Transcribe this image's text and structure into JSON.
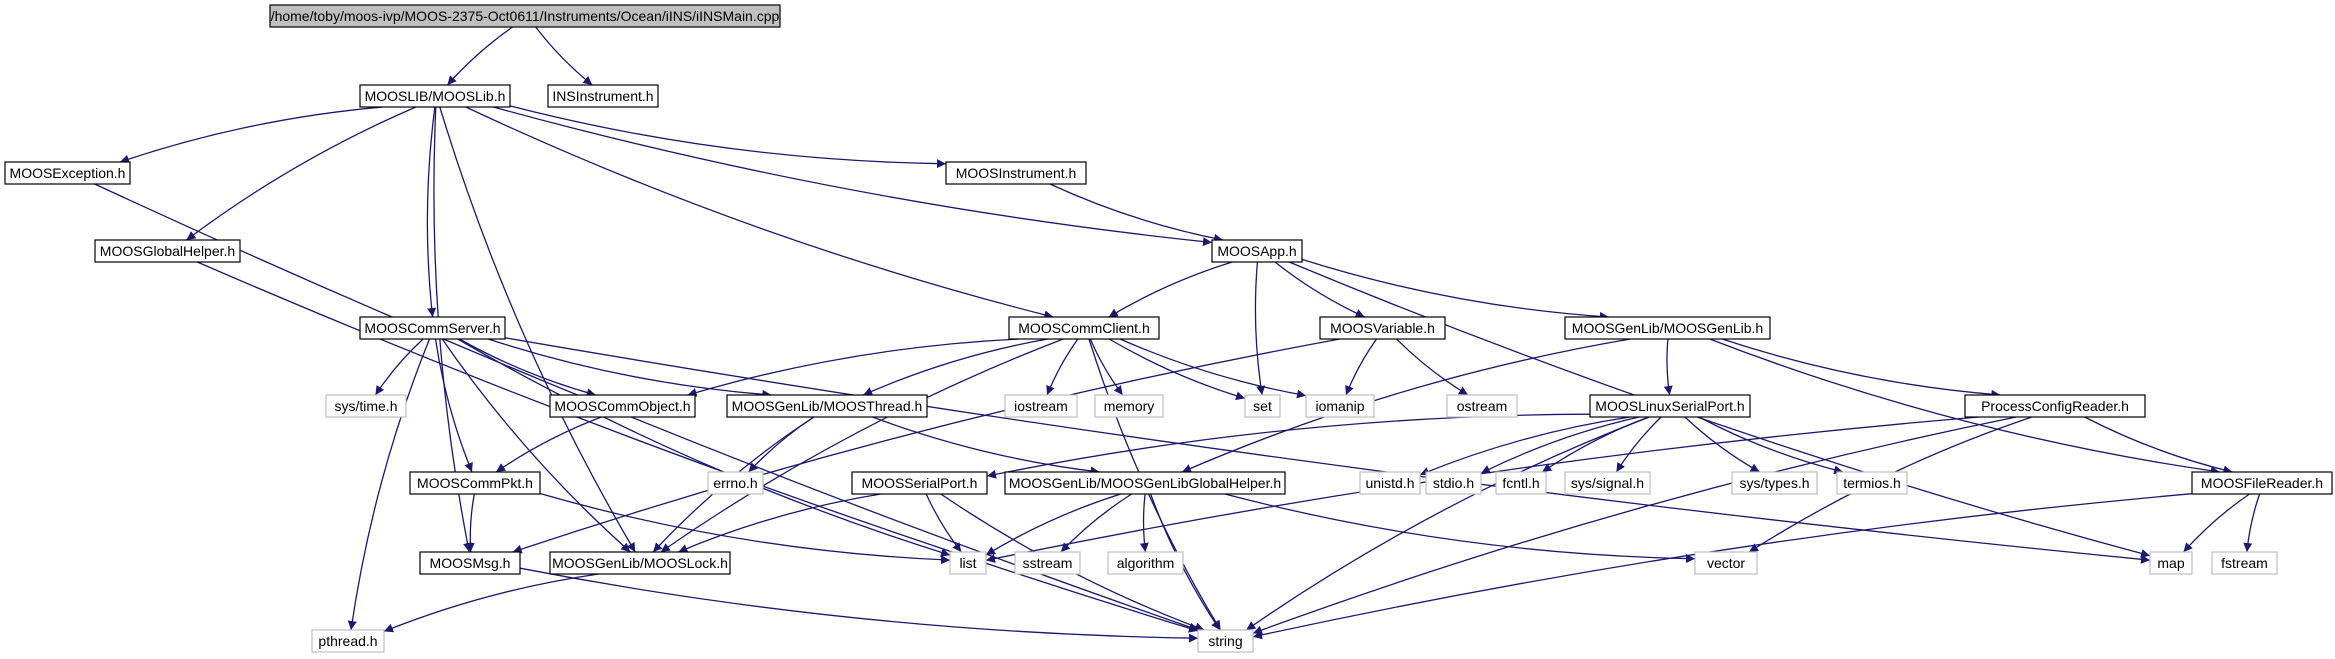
{
  "colors": {
    "edge": "#191970",
    "root_fill": "#bfbfbf",
    "system_border": "#bfbfbf",
    "node_border": "#000000"
  },
  "nodes": {
    "root": {
      "label": "/home/toby/moos-ivp/MOOS-2375-Oct0611/Instruments/Ocean/iINS/iINSMain.cpp",
      "kind": "root"
    },
    "mooslib": {
      "label": "MOOSLIB/MOOSLib.h",
      "kind": "header"
    },
    "insinst": {
      "label": "INSInstrument.h",
      "kind": "header"
    },
    "moosexc": {
      "label": "MOOSException.h",
      "kind": "header"
    },
    "moosinst": {
      "label": "MOOSInstrument.h",
      "kind": "header"
    },
    "moosglob": {
      "label": "MOOSGlobalHelper.h",
      "kind": "header"
    },
    "moosapp": {
      "label": "MOOSApp.h",
      "kind": "header"
    },
    "commserver": {
      "label": "MOOSCommServer.h",
      "kind": "header"
    },
    "commclient": {
      "label": "MOOSCommClient.h",
      "kind": "header"
    },
    "variable": {
      "label": "MOOSVariable.h",
      "kind": "header"
    },
    "genlib": {
      "label": "MOOSGenLib/MOOSGenLib.h",
      "kind": "header"
    },
    "systime": {
      "label": "sys/time.h",
      "kind": "system"
    },
    "commobject": {
      "label": "MOOSCommObject.h",
      "kind": "header"
    },
    "thread": {
      "label": "MOOSGenLib/MOOSThread.h",
      "kind": "header"
    },
    "iostream": {
      "label": "iostream",
      "kind": "system"
    },
    "memory": {
      "label": "memory",
      "kind": "system"
    },
    "set": {
      "label": "set",
      "kind": "system"
    },
    "iomanip": {
      "label": "iomanip",
      "kind": "system"
    },
    "ostream": {
      "label": "ostream",
      "kind": "system"
    },
    "linuxserial": {
      "label": "MOOSLinuxSerialPort.h",
      "kind": "header"
    },
    "pcr": {
      "label": "ProcessConfigReader.h",
      "kind": "header"
    },
    "commpkt": {
      "label": "MOOSCommPkt.h",
      "kind": "header"
    },
    "errno": {
      "label": "errno.h",
      "kind": "system"
    },
    "serialport": {
      "label": "MOOSSerialPort.h",
      "kind": "header"
    },
    "globalhelper": {
      "label": "MOOSGenLib/MOOSGenLibGlobalHelper.h",
      "kind": "header"
    },
    "unistd": {
      "label": "unistd.h",
      "kind": "system"
    },
    "stdio": {
      "label": "stdio.h",
      "kind": "system"
    },
    "fcntl": {
      "label": "fcntl.h",
      "kind": "system"
    },
    "syssignal": {
      "label": "sys/signal.h",
      "kind": "system"
    },
    "systypes": {
      "label": "sys/types.h",
      "kind": "system"
    },
    "termios": {
      "label": "termios.h",
      "kind": "system"
    },
    "filereader": {
      "label": "MOOSFileReader.h",
      "kind": "header"
    },
    "moosmsg": {
      "label": "MOOSMsg.h",
      "kind": "header"
    },
    "mooslock": {
      "label": "MOOSGenLib/MOOSLock.h",
      "kind": "header"
    },
    "list": {
      "label": "list",
      "kind": "system"
    },
    "sstream": {
      "label": "sstream",
      "kind": "system"
    },
    "algorithm": {
      "label": "algorithm",
      "kind": "system"
    },
    "vector": {
      "label": "vector",
      "kind": "system"
    },
    "map": {
      "label": "map",
      "kind": "system"
    },
    "fstream": {
      "label": "fstream",
      "kind": "system"
    },
    "pthread": {
      "label": "pthread.h",
      "kind": "system"
    },
    "string": {
      "label": "string",
      "kind": "system"
    }
  },
  "edges": [
    [
      "root",
      "mooslib"
    ],
    [
      "root",
      "insinst"
    ],
    [
      "mooslib",
      "moosexc"
    ],
    [
      "mooslib",
      "moosglob"
    ],
    [
      "mooslib",
      "moosinst"
    ],
    [
      "mooslib",
      "moosapp"
    ],
    [
      "mooslib",
      "commserver"
    ],
    [
      "mooslib",
      "commclient"
    ],
    [
      "mooslib",
      "moosmsg"
    ],
    [
      "mooslib",
      "mooslock"
    ],
    [
      "moosinst",
      "moosapp"
    ],
    [
      "moosexc",
      "string"
    ],
    [
      "moosglob",
      "string"
    ],
    [
      "moosapp",
      "commclient"
    ],
    [
      "moosapp",
      "variable"
    ],
    [
      "moosapp",
      "genlib"
    ],
    [
      "moosapp",
      "set"
    ],
    [
      "moosapp",
      "map"
    ],
    [
      "commserver",
      "systime"
    ],
    [
      "commserver",
      "commobject"
    ],
    [
      "commserver",
      "thread"
    ],
    [
      "commserver",
      "commpkt"
    ],
    [
      "commserver",
      "pthread"
    ],
    [
      "commserver",
      "list"
    ],
    [
      "commserver",
      "map"
    ],
    [
      "commserver",
      "mooslock"
    ],
    [
      "commclient",
      "commobject"
    ],
    [
      "commclient",
      "thread"
    ],
    [
      "commclient",
      "iostream"
    ],
    [
      "commclient",
      "memory"
    ],
    [
      "commclient",
      "set"
    ],
    [
      "commclient",
      "iomanip"
    ],
    [
      "commclient",
      "string"
    ],
    [
      "commclient",
      "mooslock"
    ],
    [
      "variable",
      "iomanip"
    ],
    [
      "variable",
      "ostream"
    ],
    [
      "variable",
      "moosmsg"
    ],
    [
      "genlib",
      "linuxserial"
    ],
    [
      "genlib",
      "pcr"
    ],
    [
      "genlib",
      "filereader"
    ],
    [
      "genlib",
      "globalhelper"
    ],
    [
      "commobject",
      "commpkt"
    ],
    [
      "thread",
      "errno"
    ],
    [
      "thread",
      "mooslock"
    ],
    [
      "thread",
      "globalhelper"
    ],
    [
      "commpkt",
      "moosmsg"
    ],
    [
      "commpkt",
      "list"
    ],
    [
      "linuxserial",
      "serialport"
    ],
    [
      "linuxserial",
      "unistd"
    ],
    [
      "linuxserial",
      "stdio"
    ],
    [
      "linuxserial",
      "fcntl"
    ],
    [
      "linuxserial",
      "syssignal"
    ],
    [
      "linuxserial",
      "systypes"
    ],
    [
      "linuxserial",
      "termios"
    ],
    [
      "linuxserial",
      "string"
    ],
    [
      "pcr",
      "filereader"
    ],
    [
      "pcr",
      "list"
    ],
    [
      "pcr",
      "vector"
    ],
    [
      "pcr",
      "string"
    ],
    [
      "serialport",
      "mooslock"
    ],
    [
      "serialport",
      "list"
    ],
    [
      "serialport",
      "string"
    ],
    [
      "globalhelper",
      "list"
    ],
    [
      "globalhelper",
      "sstream"
    ],
    [
      "globalhelper",
      "algorithm"
    ],
    [
      "globalhelper",
      "string"
    ],
    [
      "globalhelper",
      "vector"
    ],
    [
      "filereader",
      "map"
    ],
    [
      "filereader",
      "fstream"
    ],
    [
      "filereader",
      "string"
    ],
    [
      "moosmsg",
      "string"
    ],
    [
      "mooslock",
      "pthread"
    ]
  ]
}
